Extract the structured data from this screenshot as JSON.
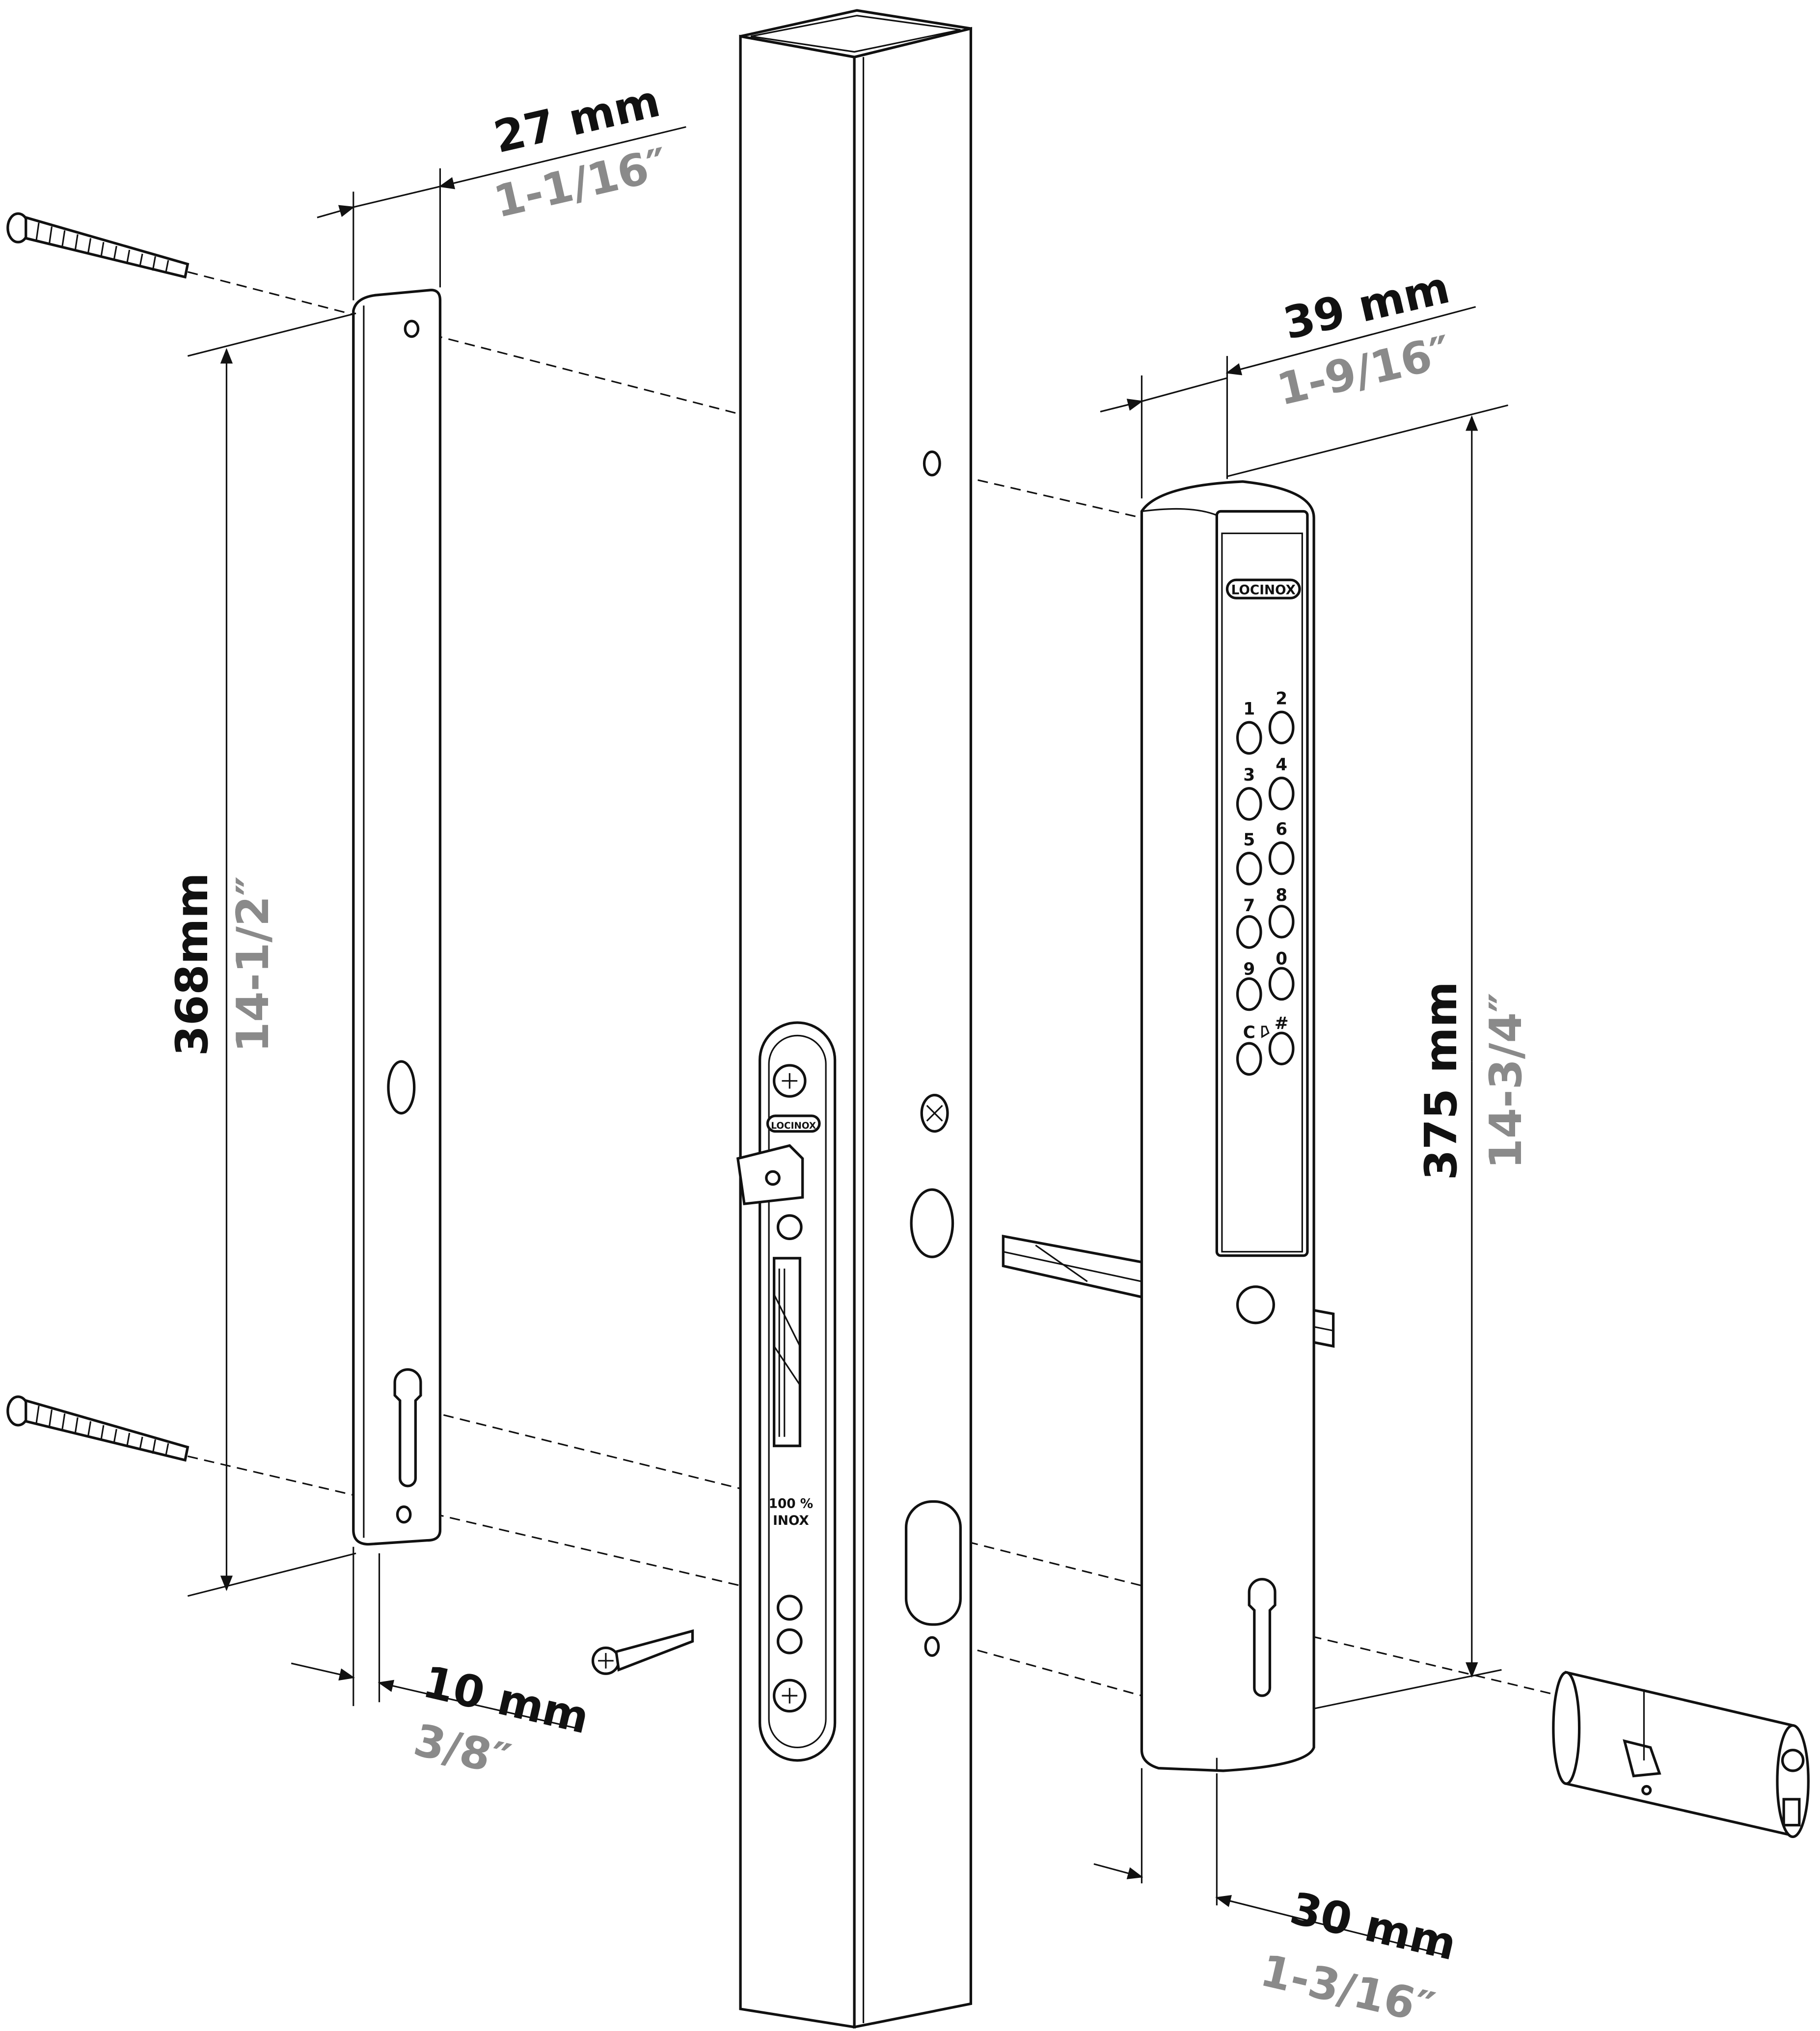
{
  "dimensions": {
    "plate_width": {
      "metric": "27 mm",
      "imperial": "1-1/16″"
    },
    "plate_height": {
      "metric": "368mm",
      "imperial": "14-1/2″"
    },
    "plate_thickness": {
      "metric": "10 mm",
      "imperial": "3/8″"
    },
    "keypad_width": {
      "metric": "39 mm",
      "imperial": "1-9/16″"
    },
    "keypad_height": {
      "metric": "375 mm",
      "imperial": "14-3/4″"
    },
    "keypad_thickness": {
      "metric": "30 mm",
      "imperial": "1-3/16″"
    }
  },
  "keypad": {
    "keys": [
      "1",
      "2",
      "3",
      "4",
      "5",
      "6",
      "7",
      "8",
      "9",
      "0",
      "C",
      "#"
    ]
  },
  "brand_logo": "LOCINOX",
  "lock_label": {
    "line1": "100 %",
    "line2": "INOX"
  },
  "colors": {
    "metric": "#111111",
    "imperial": "#8a8a8a"
  }
}
